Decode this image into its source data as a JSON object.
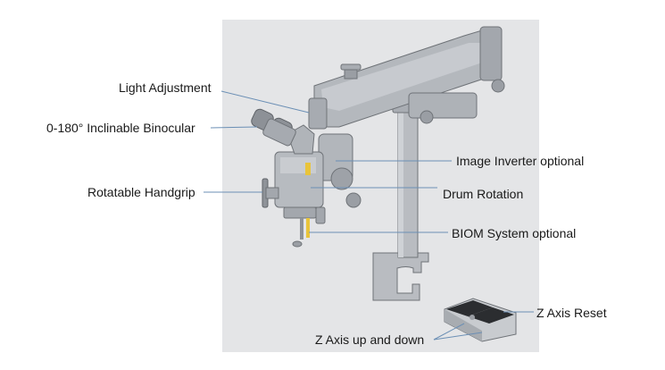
{
  "labels": {
    "light_adjustment": "Light Adjustment",
    "binocular": "0-180°  Inclinable Binocular",
    "handgrip": "Rotatable Handgrip",
    "image_inverter": "Image Inverter optional",
    "drum_rotation": "Drum Rotation",
    "biom": "BIOM System optional",
    "z_reset": "Z Axis Reset",
    "z_updown": "Z Axis up and down"
  },
  "colors": {
    "background": "#ffffff",
    "panel": "#e4e5e7",
    "metal": "#b9bcc1",
    "metal_dark": "#8f9399",
    "leader": "#6b8fb5",
    "pedal_dark": "#2b2d30",
    "accent_yellow": "#e9c43a"
  }
}
